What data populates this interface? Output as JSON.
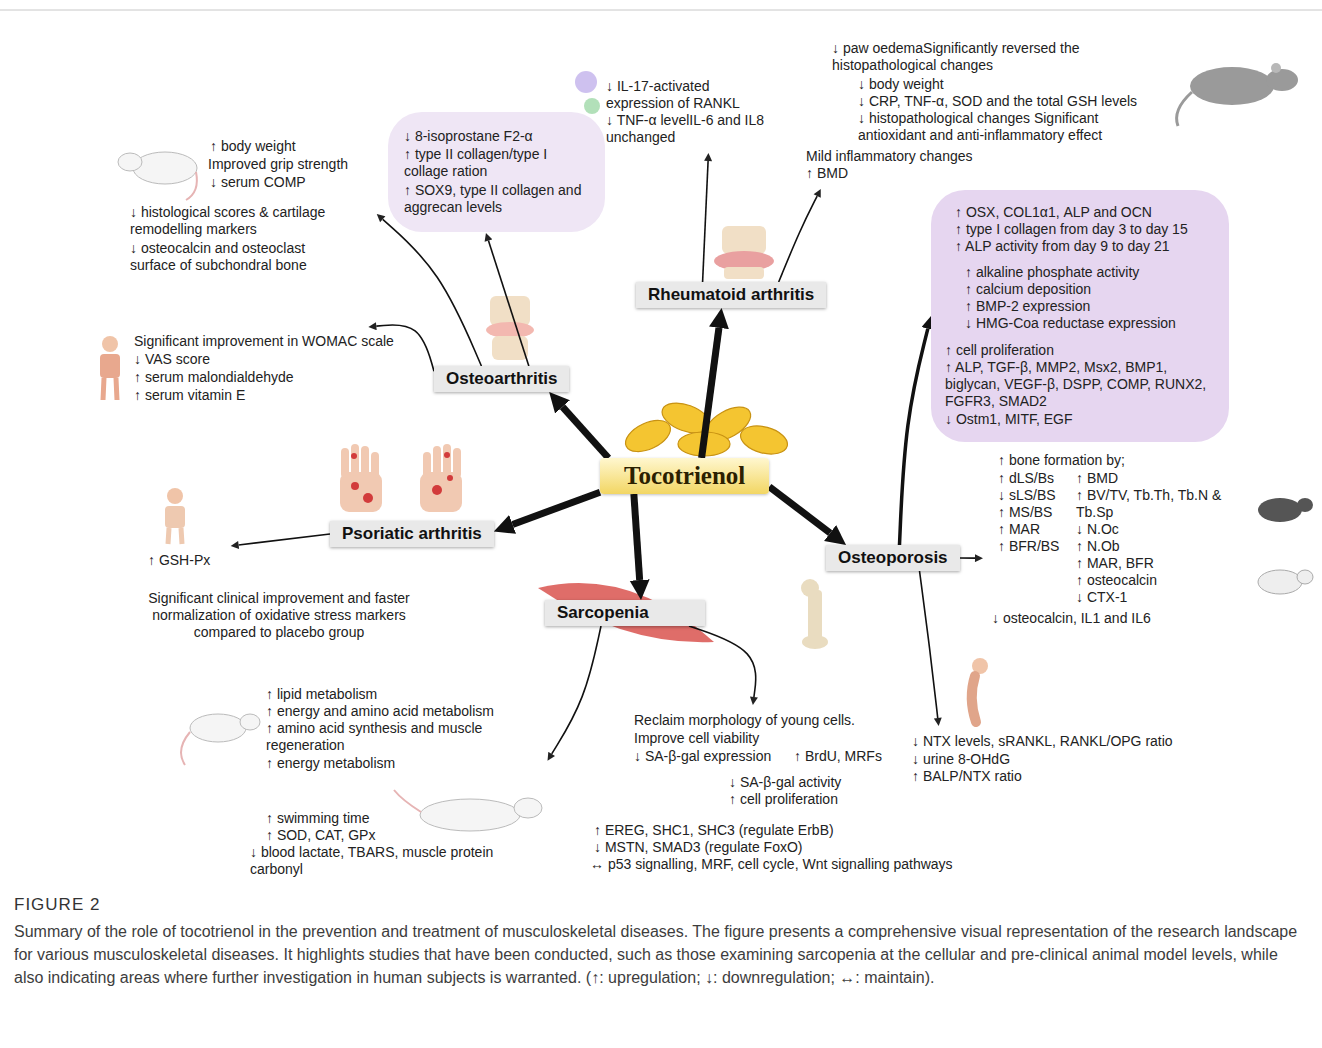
{
  "diagram": {
    "title": "FIGURE 2",
    "caption": "Summary of the role of tocotrienol in the prevention and treatment of musculoskeletal diseases. The figure presents a comprehensive visual representation of the research landscape for various musculoskeletal diseases. It highlights studies that have been conducted, such as those examining sarcopenia at the cellular and pre-clinical animal model levels, while also indicating areas where further investigation in human subjects is warranted. (↑: upregulation; ↓: downregulation; ↔: maintain).",
    "nodes": [
      {
        "text": [
          "Tocotrienol"
        ]
      },
      {
        "text": [
          "Osteoarthritis"
        ]
      },
      {
        "text": [
          "Rheumatoid arthritis"
        ]
      },
      {
        "text": [
          "Psoriatic arthritis"
        ]
      },
      {
        "text": [
          "Sarcopenia"
        ]
      },
      {
        "text": [
          "Osteoporosis"
        ]
      },
      {
        "text": [
          "↑ body weight",
          "Improved grip strength",
          "↓ serum COMP",
          "↓ histological scores & cartilage remodelling markers",
          "↓ osteocalcin and osteoclast surface of subchondral bone"
        ]
      },
      {
        "text": [
          "↓ 8-isoprostane F2-α",
          "↑ type II collagen/type I collage ration",
          "↑ SOX9, type II collagen and aggrecan levels"
        ]
      },
      {
        "text": [
          "Significant improvement in WOMAC scale",
          "↓ VAS score",
          "↑ serum malondialdehyde",
          "↑ serum vitamin E"
        ]
      },
      {
        "text": [
          "↓ IL-17-activated expression of RANKL",
          "↓ TNF-α levelIL-6 and IL8 unchanged"
        ]
      },
      {
        "text": [
          "↓ paw oedemaSignificantly reversed the histopathological changes",
          "↓ body weight",
          "↓ CRP, TNF-α, SOD and the total GSH levels",
          "↓ histopathological changes Significant antioxidant and anti-inflammatory effect",
          "Mild inflammatory changes",
          "↑ BMD"
        ]
      },
      {
        "text": [
          "↑ OSX, COL1α1, ALP and OCN",
          "↑ type I collagen from day 3 to day 15",
          "↑ ALP activity from day 9 to day 21",
          "↑ alkaline phosphate activity",
          "↑ calcium deposition",
          "↑ BMP-2 expression",
          "↓ HMG-Coa reductase expression",
          "↑ cell proliferation",
          "↑ ALP, TGF-β, MMP2, Msx2, BMP1, biglycan, VEGF-β, DSPP, COMP, RUNX2, FGFR3, SMAD2",
          "↓ Ostm1, MITF, EGF"
        ]
      },
      {
        "text": [
          "↑ bone formation by;",
          "↑ dLS/Bs",
          "↓ sLS/BS",
          "↑ MS/BS",
          "↑ MAR",
          "↑ BFR/BS",
          "↑ BMD",
          "↑ BV/TV, Tb.Th, Tb.N & Tb.Sp",
          "↓ N.Oc",
          "↑ N.Ob",
          "↑ MAR, BFR",
          "↑ osteocalcin",
          "↓ CTX-1",
          "↓ osteocalcin, IL1 and IL6"
        ]
      },
      {
        "text": [
          "↓ NTX levels, sRANKL, RANKL/OPG ratio",
          "↓ urine 8-OHdG",
          "↑ BALP/NTX ratio"
        ]
      },
      {
        "text": [
          "Reclaim morphology of young cells.",
          "Improve cell viability",
          "↓ SA-β-gal expression",
          "↑ BrdU, MRFs",
          "↓ SA-β-gal activity",
          "↑ cell proliferation",
          "↑ EREG, SHC1, SHC3 (regulate ErbB)",
          "↓ MSTN, SMAD3 (regulate FoxO)",
          "↔ p53 signalling, MRF, cell cycle, Wnt signalling pathways"
        ]
      },
      {
        "text": [
          "↑ lipid metabolism",
          "↑ energy and amino acid metabolism",
          "↑ amino acid synthesis and muscle regeneration",
          "↑ energy metabolism",
          "↑ swimming time",
          "↑ SOD, CAT, GPx",
          "↓ blood lactate, TBARS, muscle protein carbonyl"
        ]
      },
      {
        "text": [
          "↑ GSH-Px",
          "Significant clinical improvement and faster normalization of oxidative stress markers compared to placebo group"
        ]
      }
    ],
    "edges": [
      {
        "from": 0,
        "to": 1,
        "arrow": "to"
      },
      {
        "from": 0,
        "to": 2,
        "arrow": "to"
      },
      {
        "from": 0,
        "to": 3,
        "arrow": "to"
      },
      {
        "from": 0,
        "to": 4,
        "arrow": "to"
      },
      {
        "from": 0,
        "to": 5,
        "arrow": "to"
      },
      {
        "from": 1,
        "to": 6,
        "arrow": "to"
      },
      {
        "from": 1,
        "to": 7,
        "arrow": "to"
      },
      {
        "from": 1,
        "to": 8,
        "arrow": "to"
      },
      {
        "from": 2,
        "to": 9,
        "arrow": "to"
      },
      {
        "from": 2,
        "to": 10,
        "arrow": "to"
      },
      {
        "from": 3,
        "to": 16,
        "arrow": "to"
      },
      {
        "from": 4,
        "to": 14,
        "arrow": "to"
      },
      {
        "from": 4,
        "to": 15,
        "arrow": "to"
      },
      {
        "from": 5,
        "to": 11,
        "arrow": "to"
      },
      {
        "from": 5,
        "to": 12,
        "arrow": "to"
      },
      {
        "from": 5,
        "to": 13,
        "arrow": "to"
      }
    ]
  }
}
